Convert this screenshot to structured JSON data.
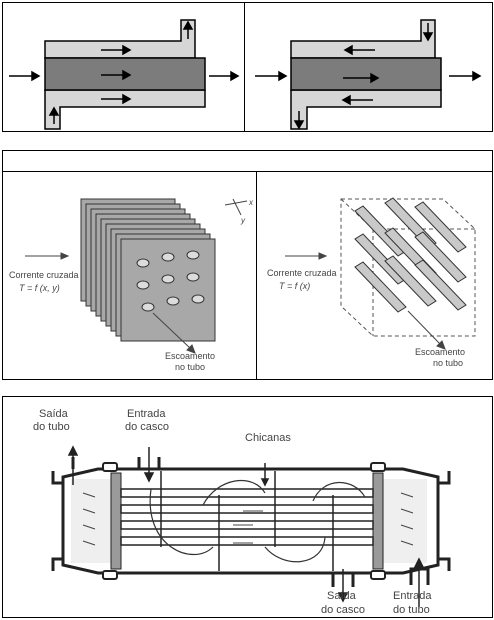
{
  "crossflow": {
    "left": {
      "flow_label_1": "Corrente cruzada",
      "formula": "T = f (x, y)",
      "tube_label_1": "Escoamento",
      "tube_label_2": "no tubo",
      "axis_x": "x",
      "axis_y": "y"
    },
    "right": {
      "flow_label_1": "Corrente cruzada",
      "formula": "T = f (x)",
      "tube_label_1": "Escoamento",
      "tube_label_2": "no tubo"
    }
  },
  "shell_tube": {
    "tube_outlet_1": "Saída",
    "tube_outlet_2": "do tubo",
    "shell_inlet_1": "Entrada",
    "shell_inlet_2": "do casco",
    "baffles": "Chicanas",
    "shell_outlet_1": "Saída",
    "shell_outlet_2": "do casco",
    "tube_inlet_1": "Entrada",
    "tube_inlet_2": "do tubo"
  },
  "colors": {
    "outer_channel": "#d6d6d6",
    "inner_channel": "#7c7c7c",
    "cylinder": "#c9c9c9",
    "fin": "#a8a8a8"
  }
}
